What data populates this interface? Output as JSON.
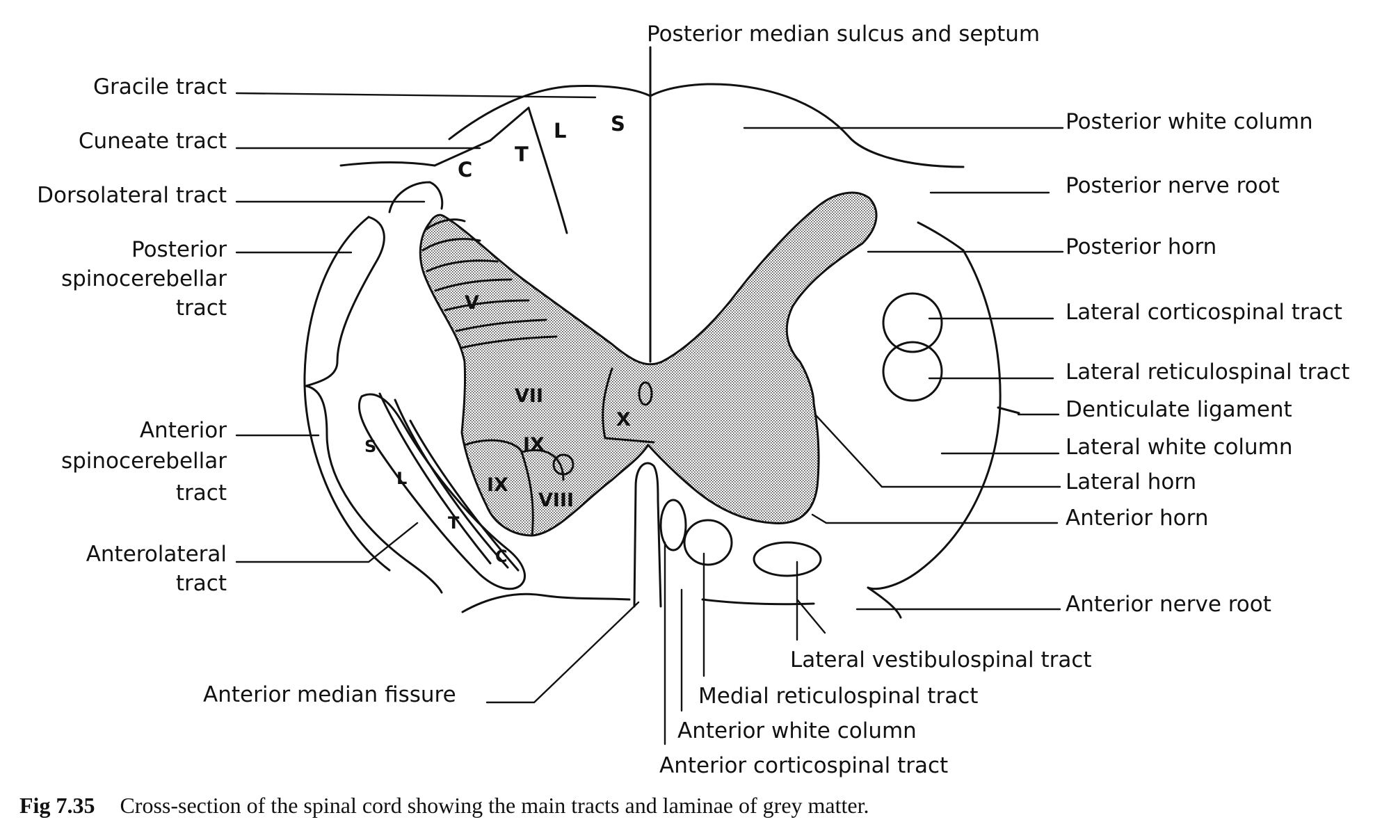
{
  "labels": {
    "posterior_median_sulcus": "Posterior median sulcus and septum",
    "gracile_tract": "Gracile tract",
    "cuneate_tract": "Cuneate tract",
    "dorsolateral_tract": "Dorsolateral tract",
    "posterior_spinocerebellar": [
      "Posterior",
      "spinocerebellar",
      "tract"
    ],
    "anterior_spinocerebellar": [
      "Anterior",
      "spinocerebellar",
      "tract"
    ],
    "anterolateral_tract": [
      "Anterolateral",
      "tract"
    ],
    "anterior_median_fissure": "Anterior median fissure",
    "posterior_white_column": "Posterior white column",
    "posterior_nerve_root": "Posterior nerve root",
    "posterior_horn": "Posterior horn",
    "lateral_corticospinal_tract": "Lateral corticospinal tract",
    "lateral_reticulospinal_tract": "Lateral reticulospinal tract",
    "denticulate_ligament": "Denticulate ligament",
    "lateral_white_column": "Lateral white column",
    "lateral_horn": "Lateral horn",
    "anterior_horn": "Anterior horn",
    "anterior_nerve_root": "Anterior nerve root",
    "lateral_vestibulospinal_tract": "Lateral vestibulospinal tract",
    "medial_reticulospinal_tract": "Medial reticulospinal tract",
    "anterior_white_column": "Anterior white column",
    "anterior_corticospinal_tract": "Anterior corticospinal tract"
  },
  "laminae": {
    "v": "V",
    "vii": "VII",
    "x": "X",
    "ix_a": "IX",
    "ix_b": "IX",
    "viii": "VIII"
  },
  "segments": {
    "posterior_s": "S",
    "posterior_l": "L",
    "posterior_t": "T",
    "posterior_c": "C",
    "anterolateral_s": "S",
    "anterolateral_l": "L",
    "anterolateral_t": "T",
    "anterolateral_c": "C"
  },
  "caption": {
    "number": "Fig 7.35",
    "text": "Cross-section of the spinal cord showing the main tracts and laminae of grey  matter."
  }
}
